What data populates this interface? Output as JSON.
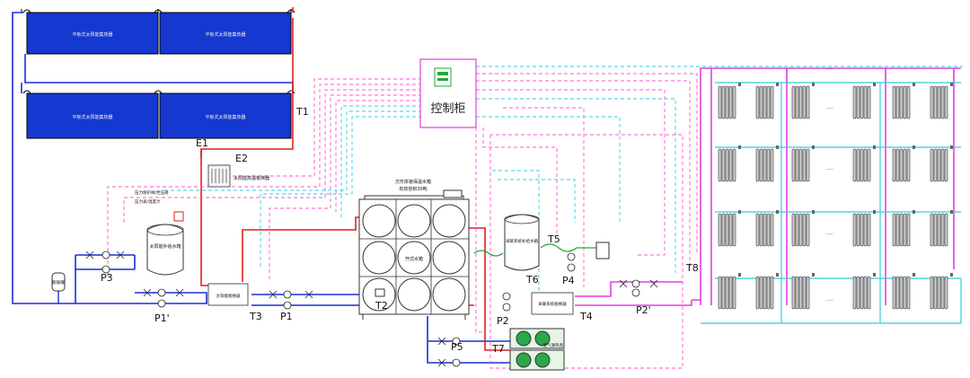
{
  "colors": {
    "hot_supply": "#e02020",
    "cold_return": "#1a2fd6",
    "heating_loop": "#e040e0",
    "control_pink": "#ff55cc",
    "control_cyan": "#33ccdd",
    "green_pipe": "#22aa33",
    "panel_fill": "#1438d0"
  },
  "solar_panels": [
    {
      "label": "平板式太阳能集热器"
    },
    {
      "label": "平板式太阳能集热器"
    },
    {
      "label": "平板式太阳能集热器"
    },
    {
      "label": "平板式太阳能集热器"
    }
  ],
  "control_cabinet": {
    "label": "控制柜"
  },
  "labels": {
    "t1": "T1",
    "e1": "E1",
    "e2": "E2",
    "t2": "T2",
    "t3": "T3",
    "t4": "T4",
    "t5": "T5",
    "t6": "T6",
    "t7": "T7",
    "t8": "T8",
    "p1": "P1",
    "p1_prime": "P1'",
    "p2": "P2",
    "p2_prime": "P2'",
    "p3": "P3",
    "p4": "P4",
    "p5": "P5"
  },
  "components": {
    "solar_exchanger": "太阳能高温板换器",
    "solar_tank": "太阳能补给水箱",
    "expansion_tank": "膨胀罐",
    "plate_exchanger": "太阳能板换器",
    "water_tank_title": "方形拼装保温水箱",
    "water_tank_capacity": "有效容积30吨",
    "water_tank_center": "开式水箱",
    "heating_tank": "采暖系统补给水箱",
    "heating_exchanger": "采暖系统板换器",
    "heat_pump": "空气源热泵",
    "pressure_note_1": "压力保护阀/泄压阀",
    "pressure_note_2": "压力表/温度计"
  },
  "radiator_ellipsis": "·····"
}
